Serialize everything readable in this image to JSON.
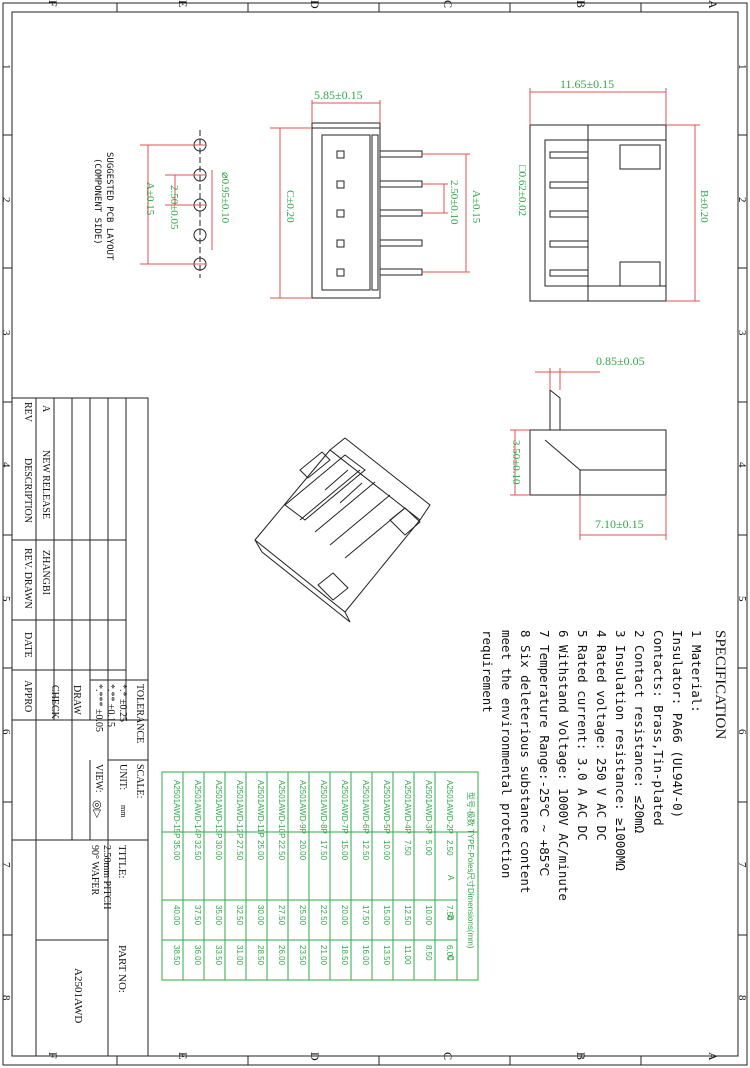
{
  "frame": {
    "row_letters": [
      "A",
      "B",
      "C",
      "D",
      "E",
      "F"
    ],
    "col_numbers": [
      "1",
      "2",
      "3",
      "4",
      "5",
      "6",
      "7",
      "8"
    ]
  },
  "layout_note": {
    "pcb_title": "SUGGESTED PCB LAYOUT",
    "pcb_subtitle": "(COMPONENT SIDE)"
  },
  "dims": {
    "pcb_hole": "⌀0.95±0.10",
    "pcb_pitch": "2.50±0.05",
    "pcb_a": "A±0.15",
    "front_width": "5.85±0.15",
    "front_c": "C±0.20",
    "front_a": "A±0.15",
    "front_pitch": "2.50±0.10",
    "side_pin": "□0.62±0.02",
    "side_width": "11.65±0.15",
    "side_b": "B±0.20",
    "bottom_pin": "0.85±0.05",
    "bottom_height": "3.50±0.10",
    "bottom_width": "7.10±0.15"
  },
  "spec": {
    "heading": "SPECIFICATION",
    "lines": [
      "1 Material:",
      "   Insulator: PA66 (UL94V-0)",
      "   Contacts: Brass,Tin-plated",
      "2 Contact resistance: ≤20mΩ",
      "3 Insulation resistance: ≥1000MΩ",
      "4 Rated voltage: 250 V AC DC",
      "5 Rated current: 3.0 A AC DC",
      "6 Withstand Voltage: 1000V AC/minute",
      "7 Temperature Range:-25℃ ~ +85℃",
      "8 Six deleterious substance content",
      "  meet the environmental protection",
      "  requirement"
    ]
  },
  "dimtable": {
    "header_type": "型号-极数 TYPE-Poles",
    "header_dim": "尺寸Dimensions(mm)",
    "cols": [
      "A",
      "B",
      "C"
    ],
    "rows": [
      [
        "A2501AWD-2P",
        "2.50",
        "7.50",
        "6.00"
      ],
      [
        "A2501AWD-3P",
        "5.00",
        "10.00",
        "8.50"
      ],
      [
        "A2501AWD-4P",
        "7.50",
        "12.50",
        "11.00"
      ],
      [
        "A2501AWD-5P",
        "10.00",
        "15.00",
        "13.50"
      ],
      [
        "A2501AWD-6P",
        "12.50",
        "17.50",
        "16.00"
      ],
      [
        "A2501AWD-7P",
        "15.00",
        "20.00",
        "18.50"
      ],
      [
        "A2501AWD-8P",
        "17.50",
        "22.50",
        "21.00"
      ],
      [
        "A2501AWD-9P",
        "20.00",
        "25.00",
        "23.50"
      ],
      [
        "A2501AWD-10P",
        "22.50",
        "27.50",
        "26.00"
      ],
      [
        "A2501AWD-11P",
        "25.00",
        "30.00",
        "28.50"
      ],
      [
        "A2501AWD-12P",
        "27.50",
        "32.50",
        "31.00"
      ],
      [
        "A2501AWD-13P",
        "30.00",
        "35.00",
        "33.50"
      ],
      [
        "A2501AWD-14P",
        "32.50",
        "37.50",
        "36.00"
      ],
      [
        "A2501AWD-15P",
        "35.00",
        "40.00",
        "38.50"
      ]
    ]
  },
  "titleblock": {
    "rev_header": "REV",
    "desc_header": "DESCRIPTION",
    "drawn_header": "REV. DRAWN",
    "date_header": "DATE",
    "appro_header": "APPRO",
    "rev": "A",
    "desc": "NEW RELEASE",
    "drawn": "ZHANGBI",
    "tolerance_label": "TOLERANCE",
    "tol1": "*.*    ±0.25",
    "tol2": "*.**   ±0.15",
    "tol3": "*.***  ±0.05",
    "draw_label": "DRAW",
    "check_label": "CHECK",
    "scale_label": "SCALE:",
    "unit_label": "UNIT:",
    "unit_value": "mm",
    "view_label": "VIEW:",
    "title_label": "TITLE:",
    "title_line1": "2.50mm PITCH",
    "title_line2": "90° WAFER",
    "part_label": "PART NO:",
    "part_value": "A2501AWD"
  }
}
